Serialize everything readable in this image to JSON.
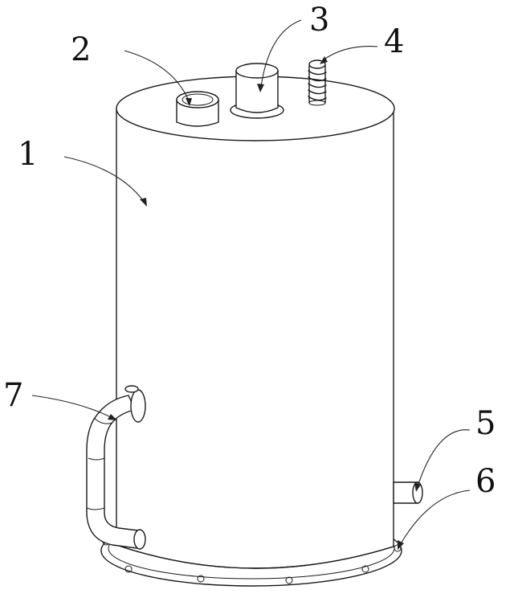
{
  "figure": {
    "callouts": [
      {
        "id": "1",
        "text": "1"
      },
      {
        "id": "2",
        "text": "2"
      },
      {
        "id": "3",
        "text": "3"
      },
      {
        "id": "4",
        "text": "4"
      },
      {
        "id": "5",
        "text": "5"
      },
      {
        "id": "6",
        "text": "6"
      },
      {
        "id": "7",
        "text": "7"
      }
    ]
  }
}
